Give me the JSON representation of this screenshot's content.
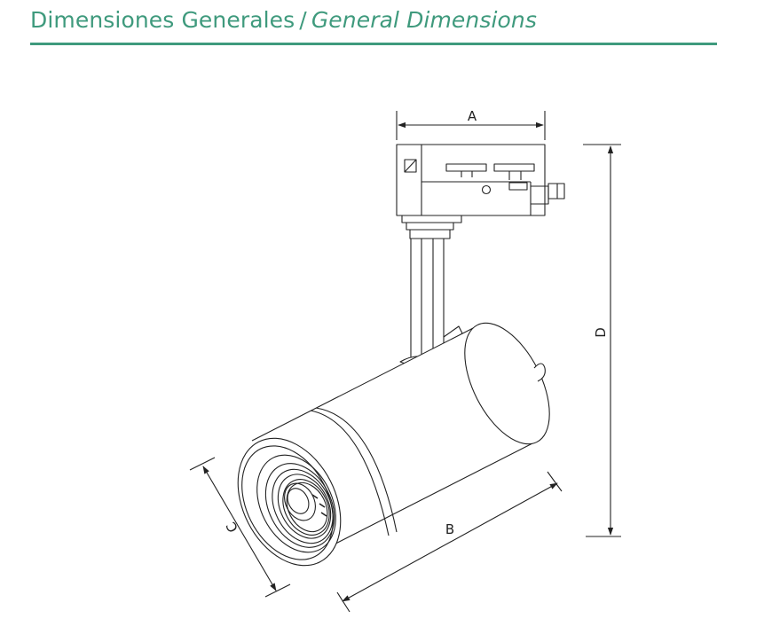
{
  "header": {
    "title_es": "Dimensiones Generales",
    "separator": "/",
    "title_en": "General Dimensions"
  },
  "dimensions": {
    "a": "A",
    "b": "B",
    "c": "C",
    "d": "D"
  },
  "colors": {
    "accent": "#3f9a7d",
    "line": "#222222"
  }
}
